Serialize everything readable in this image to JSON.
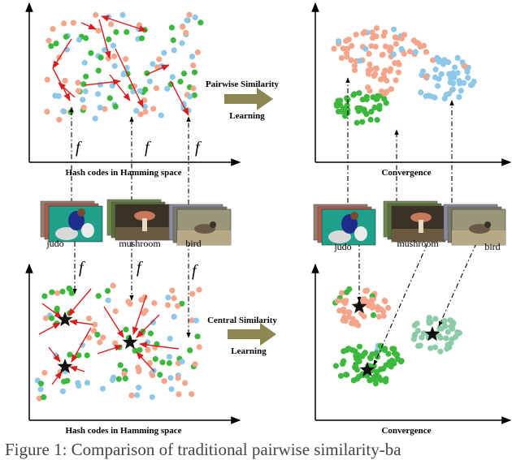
{
  "labels": {
    "axis_top_left": "Hash codes in Hamming space",
    "axis_top_right": "Convergence",
    "axis_bottom_left": "Hash codes in Hamming space",
    "axis_bottom_right": "Convergence",
    "pairwise_line1": "Pairwise Similarity",
    "pairwise_line2": "Learning",
    "central_line1": "Central Similarity",
    "central_line2": "Learning",
    "f": "f",
    "judo": "judo",
    "mushroom": "mushroom",
    "bird": "bird"
  },
  "caption": "Figure 1: Comparison of traditional pairwise similarity-ba",
  "colors": {
    "salmon": "#f4a58a",
    "green": "#3cb83c",
    "blue": "#8ec8e8",
    "teal": "#8ccaa8",
    "arrow_red": "#d81e1e",
    "learn_arrow": "#8c8750"
  },
  "icons": [
    "star-icon",
    "right-arrow-icon"
  ]
}
